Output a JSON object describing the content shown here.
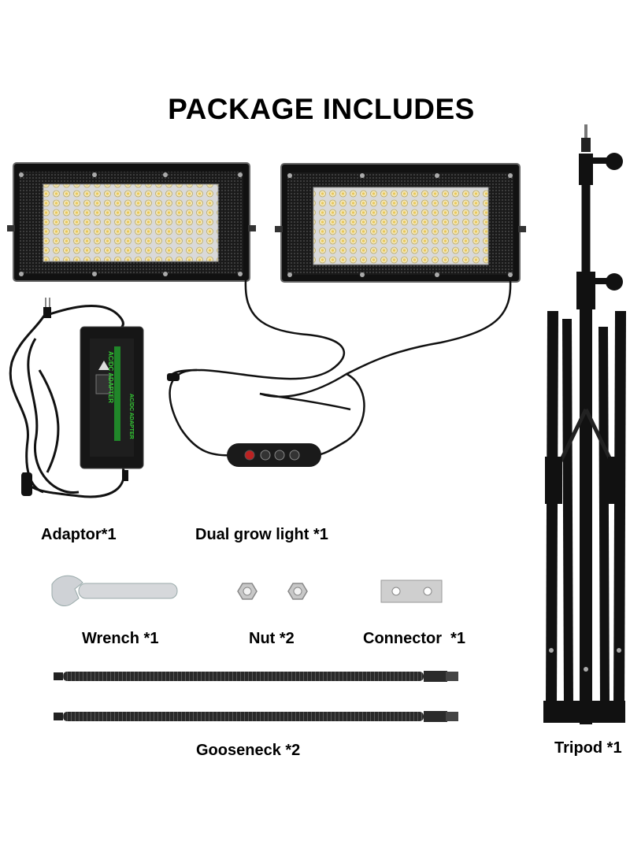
{
  "title": "PACKAGE INCLUDES",
  "labels": {
    "adaptor": "Adaptor*1",
    "dual_grow_light": "Dual grow light *1",
    "wrench": "Wrench *1",
    "nut": "Nut *2",
    "connector": "Connector  *1",
    "gooseneck": "Gooseneck *2",
    "tripod": "Tripod *1"
  },
  "adapter_text": {
    "brand_line": "AC/DC ADAPTER",
    "bottom_line": "AC/DC ADAPTER"
  }
}
